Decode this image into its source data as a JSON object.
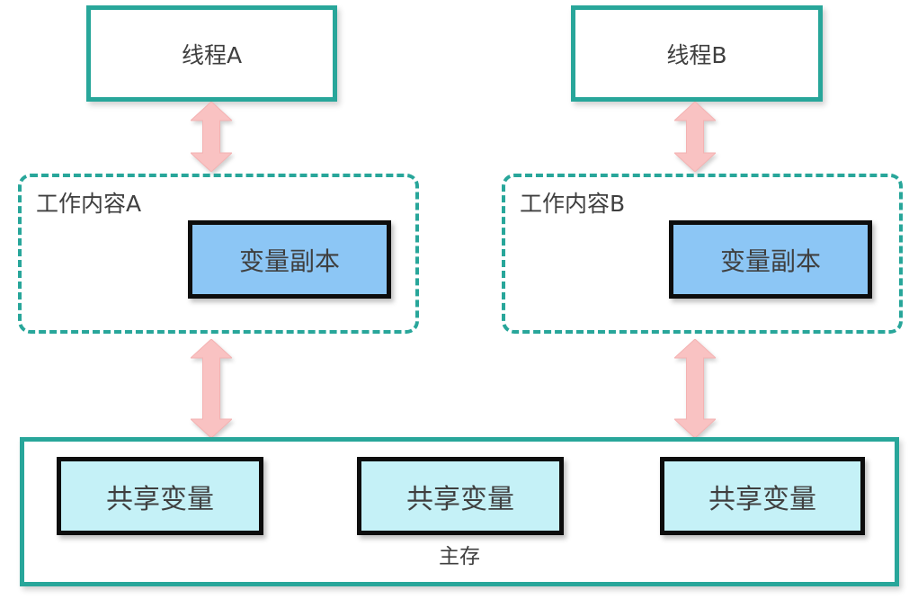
{
  "diagram": {
    "title": "thread-working-memory-main-memory-diagram",
    "thread_a": {
      "label": "线程A"
    },
    "thread_b": {
      "label": "线程B"
    },
    "working_memory_a": {
      "label": "工作内容A",
      "variable_copy_label": "变量副本"
    },
    "working_memory_b": {
      "label": "工作内容B",
      "variable_copy_label": "变量副本"
    },
    "main_memory": {
      "label": "主存",
      "shared_variables": [
        "共享变量",
        "共享变量",
        "共享变量"
      ]
    },
    "colors": {
      "teal_border": "#28a69a",
      "arrow_pink": "#f9c2c2",
      "arrow_pink_edge": "#f4b2b2",
      "variable_copy_blue": "#8cc6f5",
      "shared_variable_cyan": "#c5f1f7",
      "inner_border_black": "#0d0d0d",
      "text": "#3f3f3f"
    }
  }
}
